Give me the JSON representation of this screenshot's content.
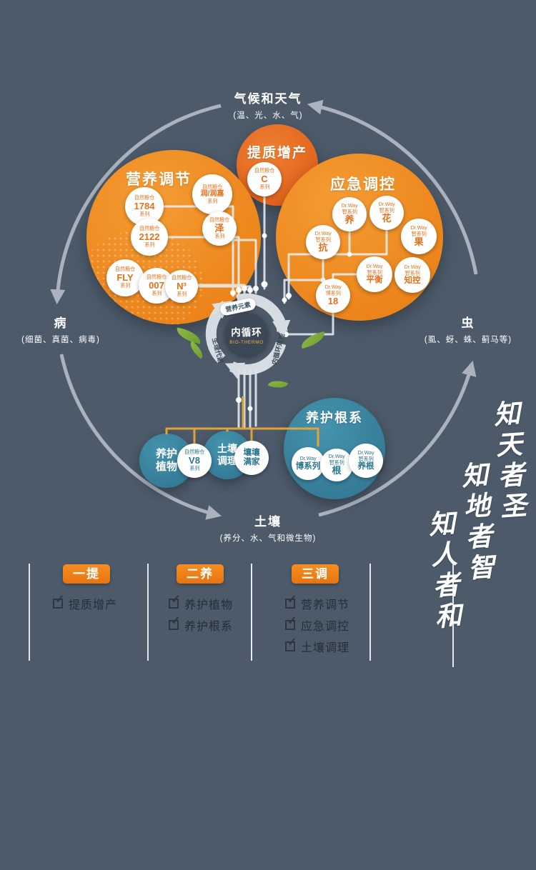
{
  "colors": {
    "background": "#4c5a6a",
    "orange": "#ee8216",
    "orange_deep": "#df5c15",
    "teal": "#32809c",
    "connector_yellow": "#e2a33b",
    "arc_gray": "#b5bdc6",
    "text_dark": "#2d3640",
    "white": "#ffffff"
  },
  "cycle": {
    "top": {
      "title": "气候和天气",
      "sub": "(温、光、水、气)"
    },
    "left": {
      "title": "病",
      "sub": "(细菌、真菌、病毒)"
    },
    "right": {
      "title": "虫",
      "sub": "(虱、蚜、蛛、蓟马等)"
    },
    "bottom": {
      "title": "土壤",
      "sub": "(养分、水、气和微生物)"
    }
  },
  "clusters": {
    "quality": "提质增产",
    "nutrition": "营养调节",
    "emergency": "应急调控",
    "plant_care": "养护植物",
    "soil": "土壤调理",
    "root": "养护根系"
  },
  "center": {
    "title": "内循环",
    "subtitle": "BIO-THERMO",
    "label_top": "营养元素",
    "label_left": "生理代谢",
    "label_right": "内循环效能"
  },
  "products": {
    "n1784": [
      "自然粮仓",
      "1784",
      "系列"
    ],
    "run": [
      "自然粮仓",
      "润/润嘉",
      "系列"
    ],
    "n2122": [
      "自然粮仓",
      "2122",
      "系列"
    ],
    "ze": [
      "自然粮仓",
      "泽",
      "系列"
    ],
    "fly": [
      "自然粮仓",
      "FLY",
      "系列"
    ],
    "n007": [
      "自然粮仓",
      "007",
      "系列"
    ],
    "n3": [
      "自然粮仓",
      "N³",
      "系列"
    ],
    "c": [
      "自然粮仓",
      "C",
      "系列"
    ],
    "way_yang": [
      "Dr.Way",
      "智系列",
      "养"
    ],
    "way_hua": [
      "Dr.Way",
      "智系列",
      "花"
    ],
    "way_guo": [
      "Dr.Way",
      "智系列",
      "果"
    ],
    "way_kang": [
      "Dr.Way",
      "智系列",
      "抗"
    ],
    "way_pingheng": [
      "Dr.Way",
      "智系列",
      "平衡"
    ],
    "way_zhikong": [
      "Dr.Way",
      "智系列",
      "知控"
    ],
    "way_bo18": [
      "Dr.Way",
      "博系列",
      "18"
    ],
    "v8": [
      "自然粮仓",
      "V8",
      "系列"
    ],
    "rangrang": [
      "壤壤",
      "满家"
    ],
    "way_bo": [
      "Dr.Way",
      "博系列"
    ],
    "way_gen": [
      "Dr.Way",
      "智系列",
      "根"
    ],
    "way_yanggen": [
      "Dr.Way",
      "智系列",
      "养根"
    ]
  },
  "legend": {
    "columns": [
      {
        "button": "一提",
        "items": [
          "提质增产"
        ]
      },
      {
        "button": "二养",
        "items": [
          "养护植物",
          "养护根系"
        ]
      },
      {
        "button": "三调",
        "items": [
          "营养调节",
          "应急调控",
          "土壤调理"
        ]
      }
    ]
  },
  "calligraphy": [
    "知天者圣",
    "知地者智",
    "知人者和"
  ],
  "icons": {
    "check": "✓"
  }
}
